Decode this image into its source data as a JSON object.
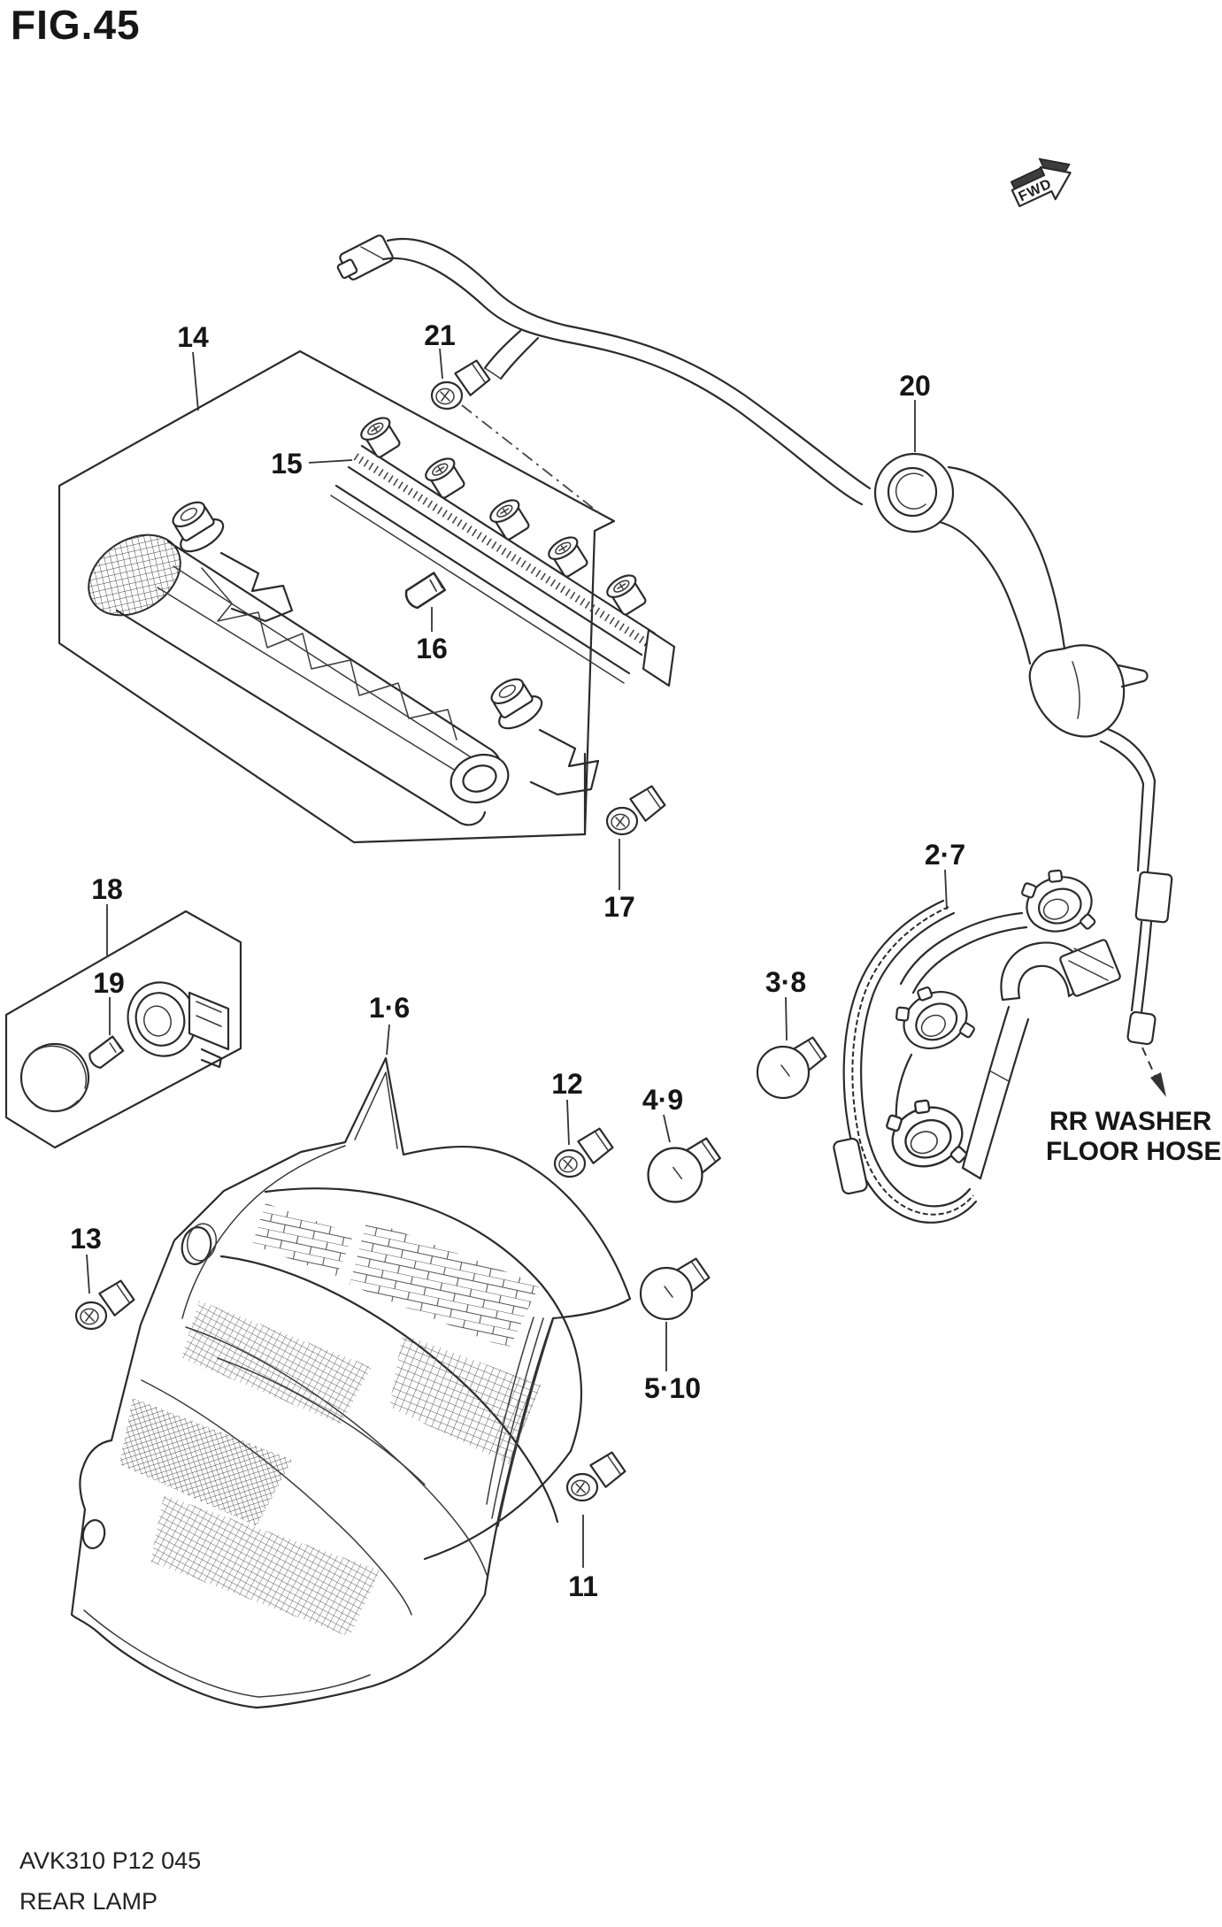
{
  "figure": {
    "number": "FIG.45",
    "part_code": "AVK310 P12 045",
    "part_name": "REAR LAMP"
  },
  "direction": {
    "label": "FWD"
  },
  "annotation": {
    "line1": "RR WASHER",
    "line2": "FLOOR HOSE"
  },
  "callouts": {
    "c14": "14",
    "c21": "21",
    "c20": "20",
    "c15": "15",
    "c16": "16",
    "c17": "17",
    "c18": "18",
    "c19": "19",
    "c1_6": "1·6",
    "c12": "12",
    "c4_9": "4·9",
    "c3_8": "3·8",
    "c2_7": "2·7",
    "c5_10": "5·10",
    "c11": "11",
    "c13": "13"
  }
}
